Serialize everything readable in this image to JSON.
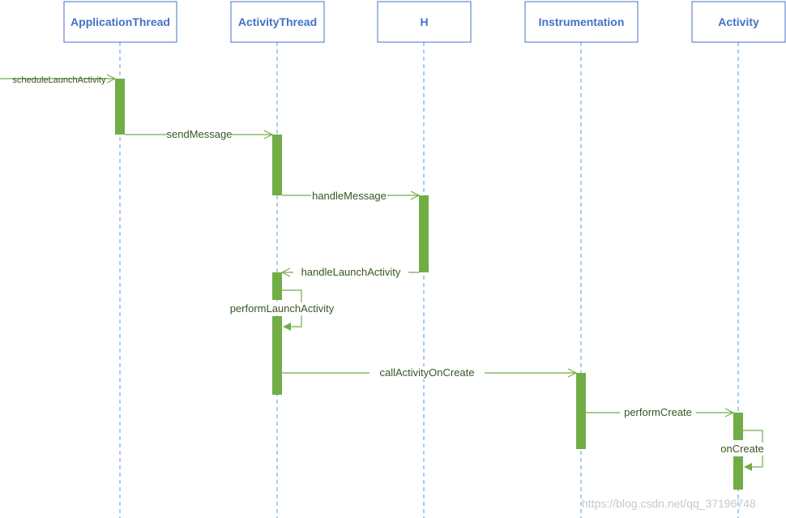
{
  "colors": {
    "participant_border": "#4472c4",
    "participant_text": "#4472c4",
    "lifeline": "#5b9bd5",
    "activation": "#70ad47",
    "message": "#70ad47",
    "message_text": "#375623",
    "watermark": "#c8c8c8"
  },
  "participants": [
    {
      "label": "ApplicationThread"
    },
    {
      "label": "ActivityThread"
    },
    {
      "label": "H"
    },
    {
      "label": "Instrumentation"
    },
    {
      "label": "Activity"
    }
  ],
  "messages": [
    {
      "label": "scheduleLaunchActivity",
      "from": null,
      "to": 0,
      "style": "open"
    },
    {
      "label": "sendMessage",
      "from": 0,
      "to": 1,
      "style": "open"
    },
    {
      "label": "handleMessage",
      "from": 1,
      "to": 2,
      "style": "open"
    },
    {
      "label": "handleLaunchActivity",
      "from": 2,
      "to": 1,
      "style": "open"
    },
    {
      "label": "performLaunchActivity",
      "from": 1,
      "to": 1,
      "style": "self"
    },
    {
      "label": "callActivityOnCreate",
      "from": 1,
      "to": 3,
      "style": "open"
    },
    {
      "label": "performCreate",
      "from": 3,
      "to": 4,
      "style": "open"
    },
    {
      "label": "onCreate",
      "from": 4,
      "to": 4,
      "style": "self"
    }
  ],
  "watermark": "https://blog.csdn.net/qq_37196748"
}
